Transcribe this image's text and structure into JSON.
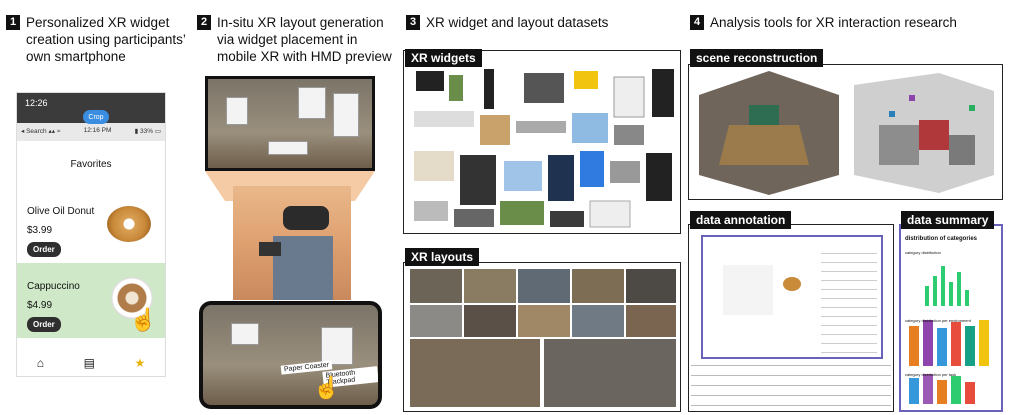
{
  "steps": [
    {
      "num": "1",
      "text": "Personalized XR widget\ncreation using participants’\nown smartphone"
    },
    {
      "num": "2",
      "text": "In-situ XR layout generation\nvia widget placement in\nmobile XR with HMD preview"
    },
    {
      "num": "3",
      "text": "XR widget and layout datasets"
    },
    {
      "num": "4",
      "text": "Analysis tools for XR interaction research"
    }
  ],
  "phone": {
    "time": "12:26",
    "crop_button": "Crop",
    "toolbar_left": "◂ Search ▴▴ ≈",
    "toolbar_time": "12:16 PM",
    "toolbar_right": "▮ 33% ▭",
    "favorites_title": "Favorites",
    "items": [
      {
        "name": "Olive Oil Donut",
        "price": "$3.99",
        "button": "Order"
      },
      {
        "name": "Cappuccino",
        "price": "$4.99",
        "button": "Order"
      }
    ]
  },
  "panel3": {
    "widgets_label": "XR widgets",
    "layouts_label": "XR layouts"
  },
  "panel4": {
    "scene_label": "scene reconstruction",
    "annotation_label": "data annotation",
    "summary_label": "data summary",
    "summary_chart_title": "distribution of categories",
    "summary_subtitles": [
      "category distribution",
      "category distribution per environment",
      "category distribution per task"
    ]
  },
  "ar_labels": [
    "Paper Coaster",
    "Bluetooth Trackpad"
  ]
}
